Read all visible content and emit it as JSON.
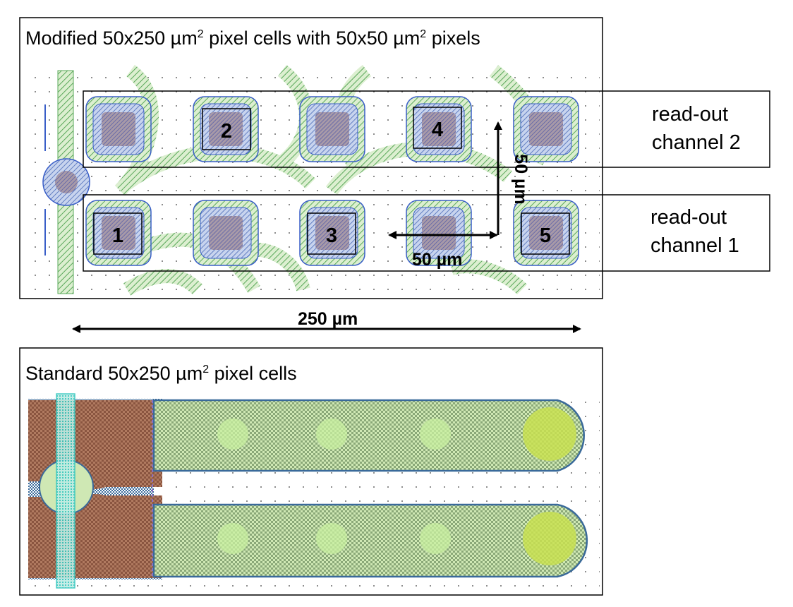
{
  "top_panel": {
    "title_prefix": "Modified 50x250 µm",
    "title_sup1": "2",
    "title_mid": " pixel cells with 50x50 µm",
    "title_sup2": "2",
    "title_suffix": " pixels",
    "channel2_line1": "read-out",
    "channel2_line2": "channel 2",
    "channel1_line1": "read-out",
    "channel1_line2": "channel 1",
    "pixel_numbers": [
      "1",
      "2",
      "3",
      "4",
      "5"
    ],
    "dim_horizontal": "50 µm",
    "dim_vertical": "50 µm"
  },
  "span_label": "250 µm",
  "bottom_panel": {
    "title_prefix": "Standard 50x250 µm",
    "title_sup": "2",
    "title_suffix": " pixel cells"
  },
  "colors": {
    "pad_blue": "#3a5fc8",
    "metal_green": "#6db86d",
    "implant_brown": "#8a5540",
    "strip_fill": "#cfe8b4",
    "strip_border": "#3a6a9a",
    "bump_yellow": "#c8e050",
    "via_cyan": "#38c8c0"
  }
}
